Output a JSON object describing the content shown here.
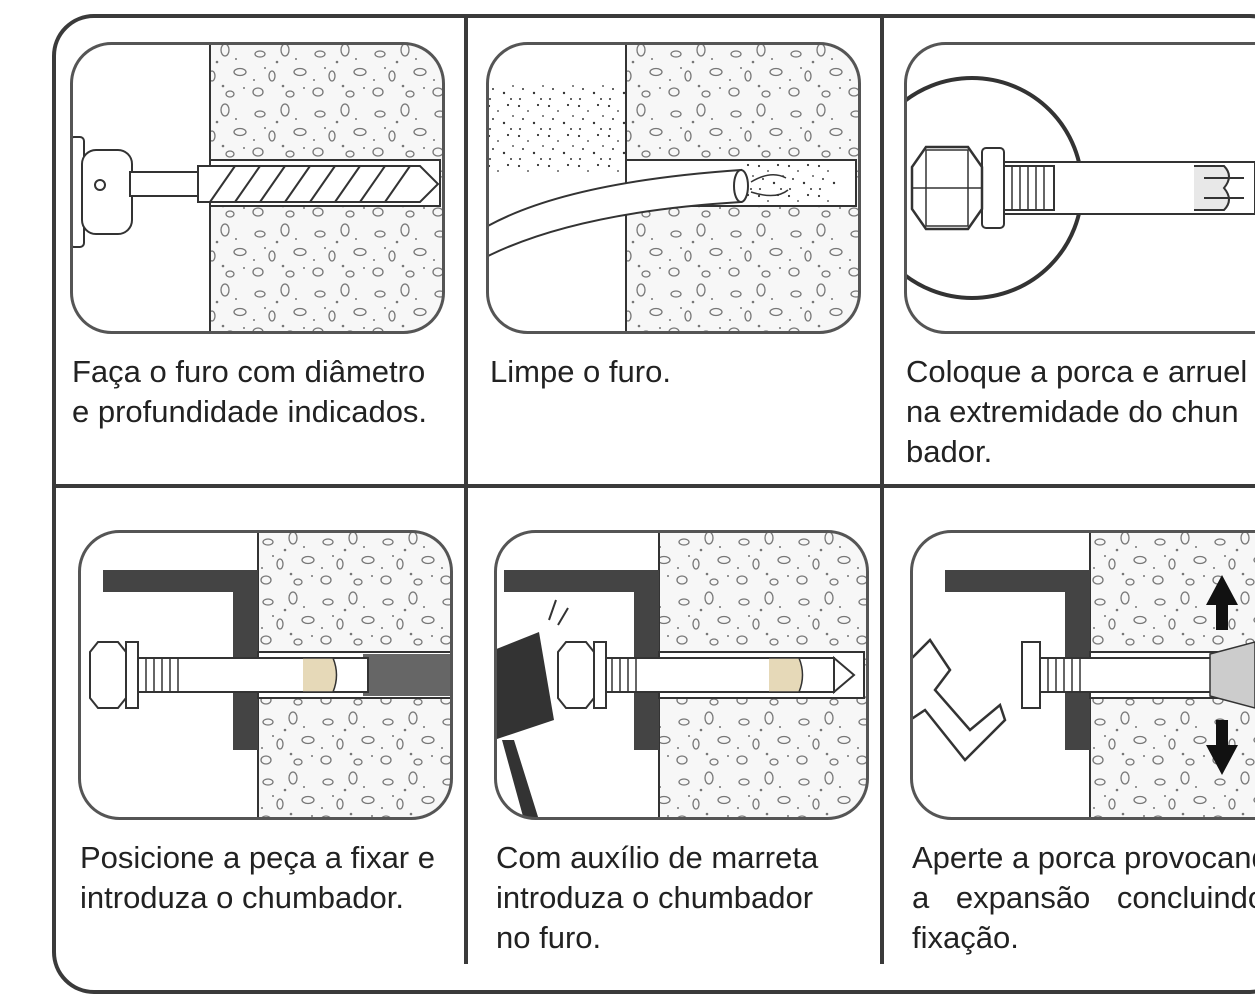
{
  "steps": [
    {
      "lines": [
        "Faça o furo com diâmetro",
        "e profundidade indicados."
      ]
    },
    {
      "lines": [
        "Limpe o furo."
      ]
    },
    {
      "lines": [
        "Coloque a porca e arruel",
        "na extremidade do chun",
        "bador."
      ]
    },
    {
      "lines": [
        "Posicione a peça a fixar e",
        "introduza o chumbador."
      ]
    },
    {
      "lines": [
        "Com auxílio de marreta",
        "introduza o chumbador",
        "no furo."
      ]
    },
    {
      "lines": [
        "Aperte a porca provocand",
        "a expansão concluindo",
        "fixação."
      ]
    }
  ],
  "icons": {
    "drill": "drill-bit-icon",
    "blower": "blower-tube-icon",
    "anchor": "anchor-bolt-icon",
    "hammer": "hammer-icon",
    "wrench": "wrench-icon",
    "arrows": "expansion-arrows-icon"
  }
}
